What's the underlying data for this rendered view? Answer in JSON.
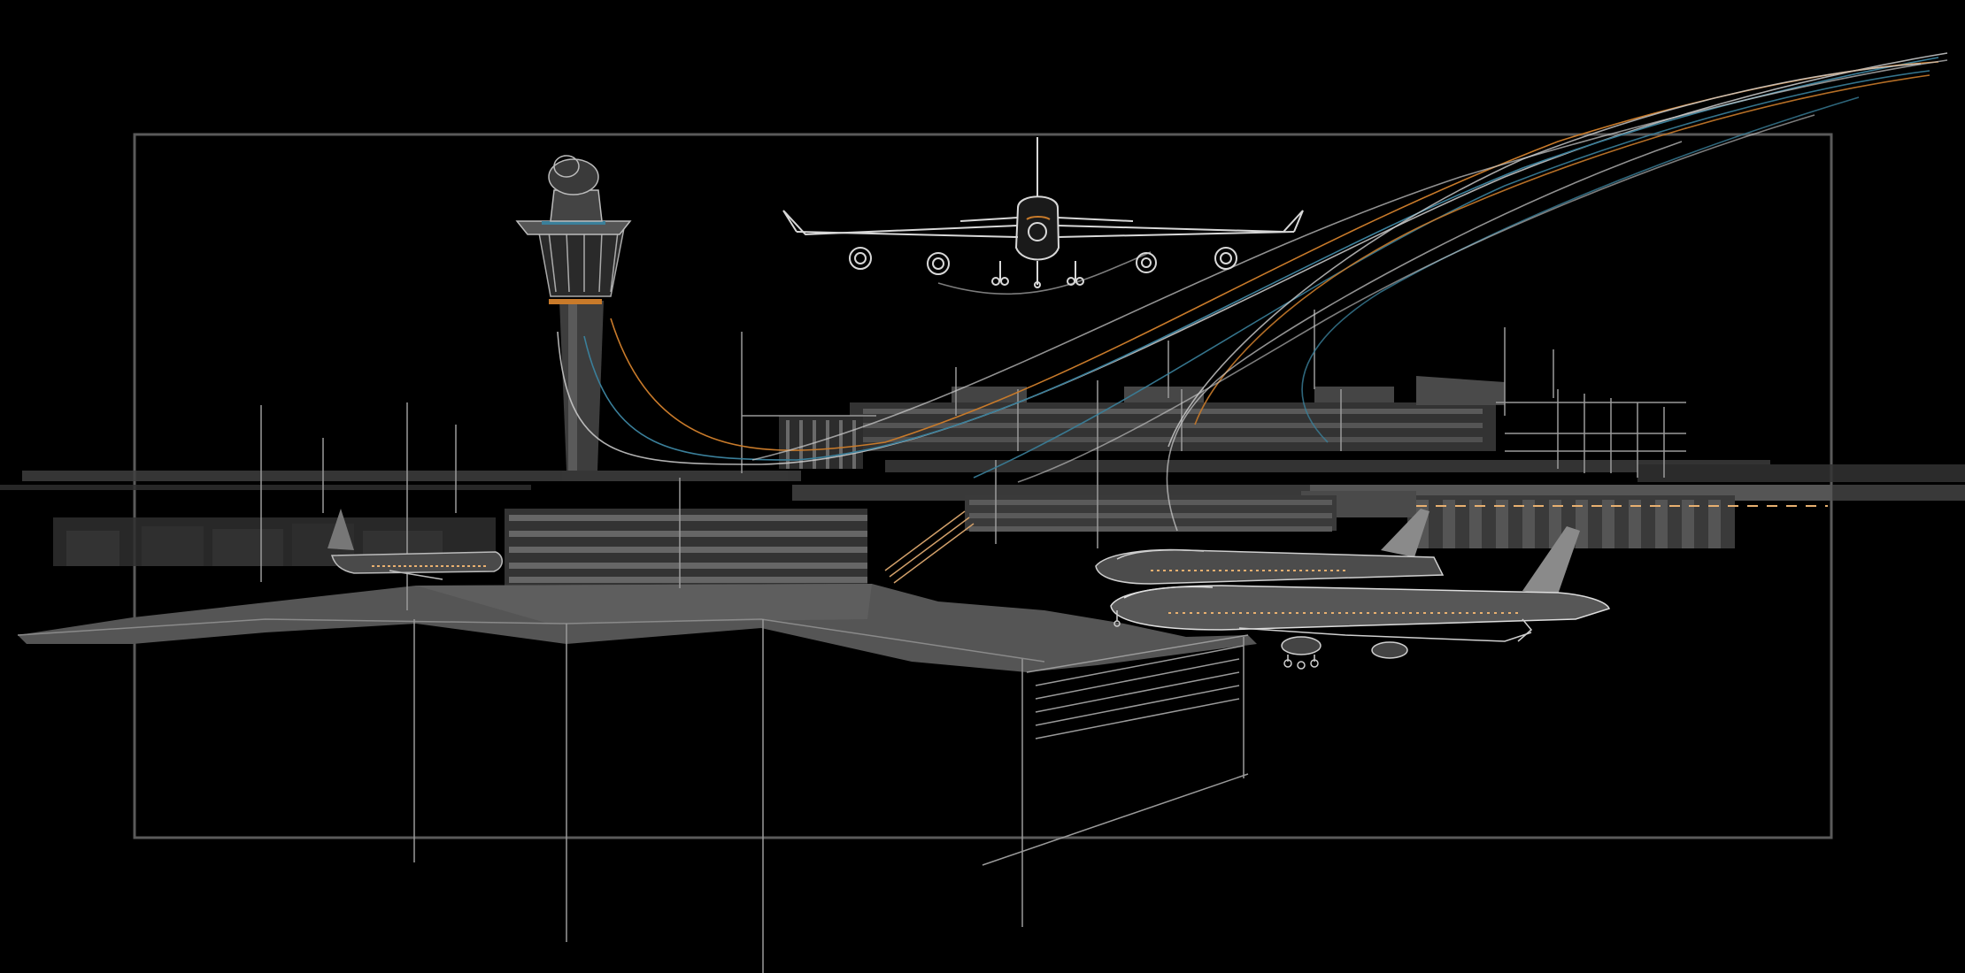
{
  "scene": {
    "subject": "airport",
    "elements": [
      "frame",
      "control-tower",
      "landing-airplane",
      "flight-path-lines",
      "terminal-building",
      "runway",
      "apron",
      "parked-airplanes",
      "overpass"
    ],
    "colors": {
      "background": "#000000",
      "line": "#cfcfcf",
      "fill_dark": "#3a3a3a",
      "fill_mid": "#555555",
      "fill_light": "#6a6a6a",
      "accent_orange": "#c87a2a",
      "accent_blue": "#3a7f9a",
      "runway_light": "#e8b070"
    }
  }
}
